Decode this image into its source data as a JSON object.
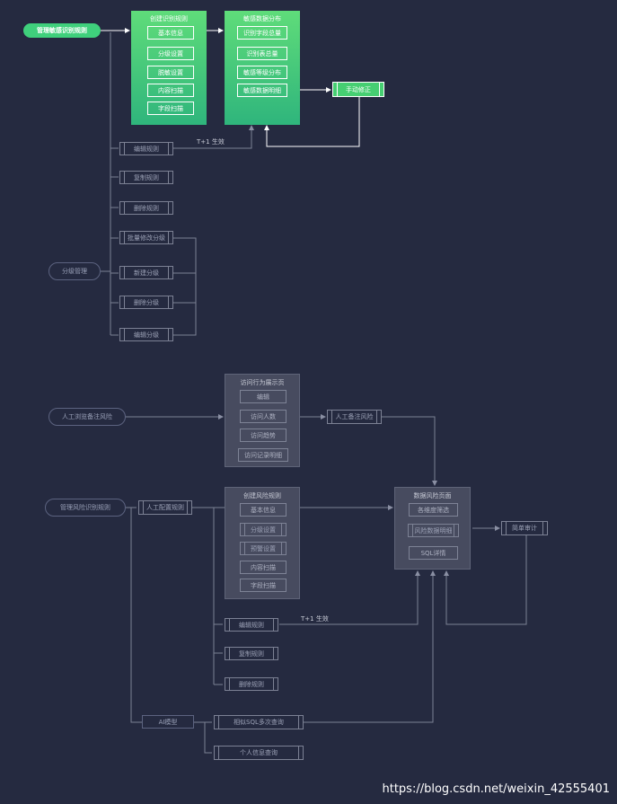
{
  "colors": {
    "background": "#252a40",
    "accent_green": "#3fd07c",
    "line": "#7c8194",
    "panel_grey": "#474b5f"
  },
  "top": {
    "manage_rules": "管理敏感识别规则",
    "create_panel": {
      "title": "创建识别规则",
      "items": [
        "基本信息",
        "分级设置",
        "脱敏设置",
        "内容扫描",
        "字段扫描"
      ]
    },
    "dist_panel": {
      "title": "敏感数据分布",
      "items": [
        "识别字段总量",
        "识别表总量",
        "敏感等级分布",
        "敏感数据明细"
      ]
    },
    "manual_fix": "手动修正",
    "t1_label": "T+1 生效",
    "rule_ops": [
      "编辑规则",
      "复制规则",
      "删除规则",
      "批量修改分级"
    ],
    "grade_manage": "分级管理",
    "grade_ops": [
      "新建分级",
      "删除分级",
      "编辑分级"
    ]
  },
  "bottom": {
    "manual_label_risk": "人工浏览备注风险",
    "access_panel": {
      "title": "访问行为展示页",
      "items": [
        "编辑",
        "访问人数",
        "访问趋势",
        "访问记录明细"
      ]
    },
    "manual_remark": "人工备注风险",
    "manage_risk_rules": "管理风险识别规则",
    "manual_config": "人工配置规则",
    "risk_create_panel": {
      "title": "创建风险规则",
      "items": [
        "基本信息",
        "分级设置",
        "预警设置",
        "内容扫描",
        "字段扫描"
      ]
    },
    "risk_page": {
      "title": "数据风险页面",
      "items": [
        "各维度筛选",
        "风险数据明细",
        "SQL详情"
      ]
    },
    "simple_audit": "简单审计",
    "t1_label": "T+1 生效",
    "rule_ops": [
      "编辑规则",
      "复制规则",
      "删除规则"
    ],
    "ai_model": "AI模型",
    "ai_ops": [
      "相似SQL多次查询",
      "个人信息查询"
    ]
  },
  "watermark": "https://blog.csdn.net/weixin_42555401"
}
